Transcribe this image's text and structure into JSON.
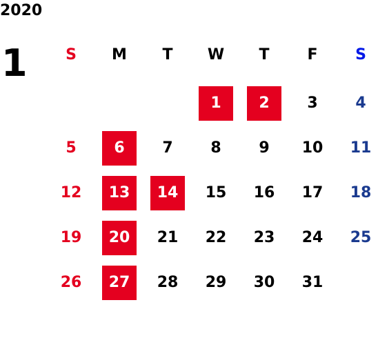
{
  "year": "2020",
  "month": "1",
  "colors": {
    "sunday": "#e4001f",
    "saturday_header": "#0018e8",
    "saturday": "#1a3a8f",
    "weekday": "#000000",
    "highlight_bg": "#e4001f",
    "highlight_text": "#ffffff"
  },
  "weekdays": [
    "S",
    "M",
    "T",
    "W",
    "T",
    "F",
    "S"
  ],
  "weeks": [
    [
      {
        "day": ""
      },
      {
        "day": ""
      },
      {
        "day": ""
      },
      {
        "day": "1",
        "highlight": true
      },
      {
        "day": "2",
        "highlight": true
      },
      {
        "day": "3"
      },
      {
        "day": "4"
      }
    ],
    [
      {
        "day": "5"
      },
      {
        "day": "6",
        "highlight": true
      },
      {
        "day": "7"
      },
      {
        "day": "8"
      },
      {
        "day": "9"
      },
      {
        "day": "10"
      },
      {
        "day": "11"
      }
    ],
    [
      {
        "day": "12"
      },
      {
        "day": "13",
        "highlight": true
      },
      {
        "day": "14",
        "highlight": true
      },
      {
        "day": "15"
      },
      {
        "day": "16"
      },
      {
        "day": "17"
      },
      {
        "day": "18"
      }
    ],
    [
      {
        "day": "19"
      },
      {
        "day": "20",
        "highlight": true
      },
      {
        "day": "21"
      },
      {
        "day": "22"
      },
      {
        "day": "23"
      },
      {
        "day": "24"
      },
      {
        "day": "25"
      }
    ],
    [
      {
        "day": "26"
      },
      {
        "day": "27",
        "highlight": true
      },
      {
        "day": "28"
      },
      {
        "day": "29"
      },
      {
        "day": "30"
      },
      {
        "day": "31"
      },
      {
        "day": ""
      }
    ]
  ]
}
